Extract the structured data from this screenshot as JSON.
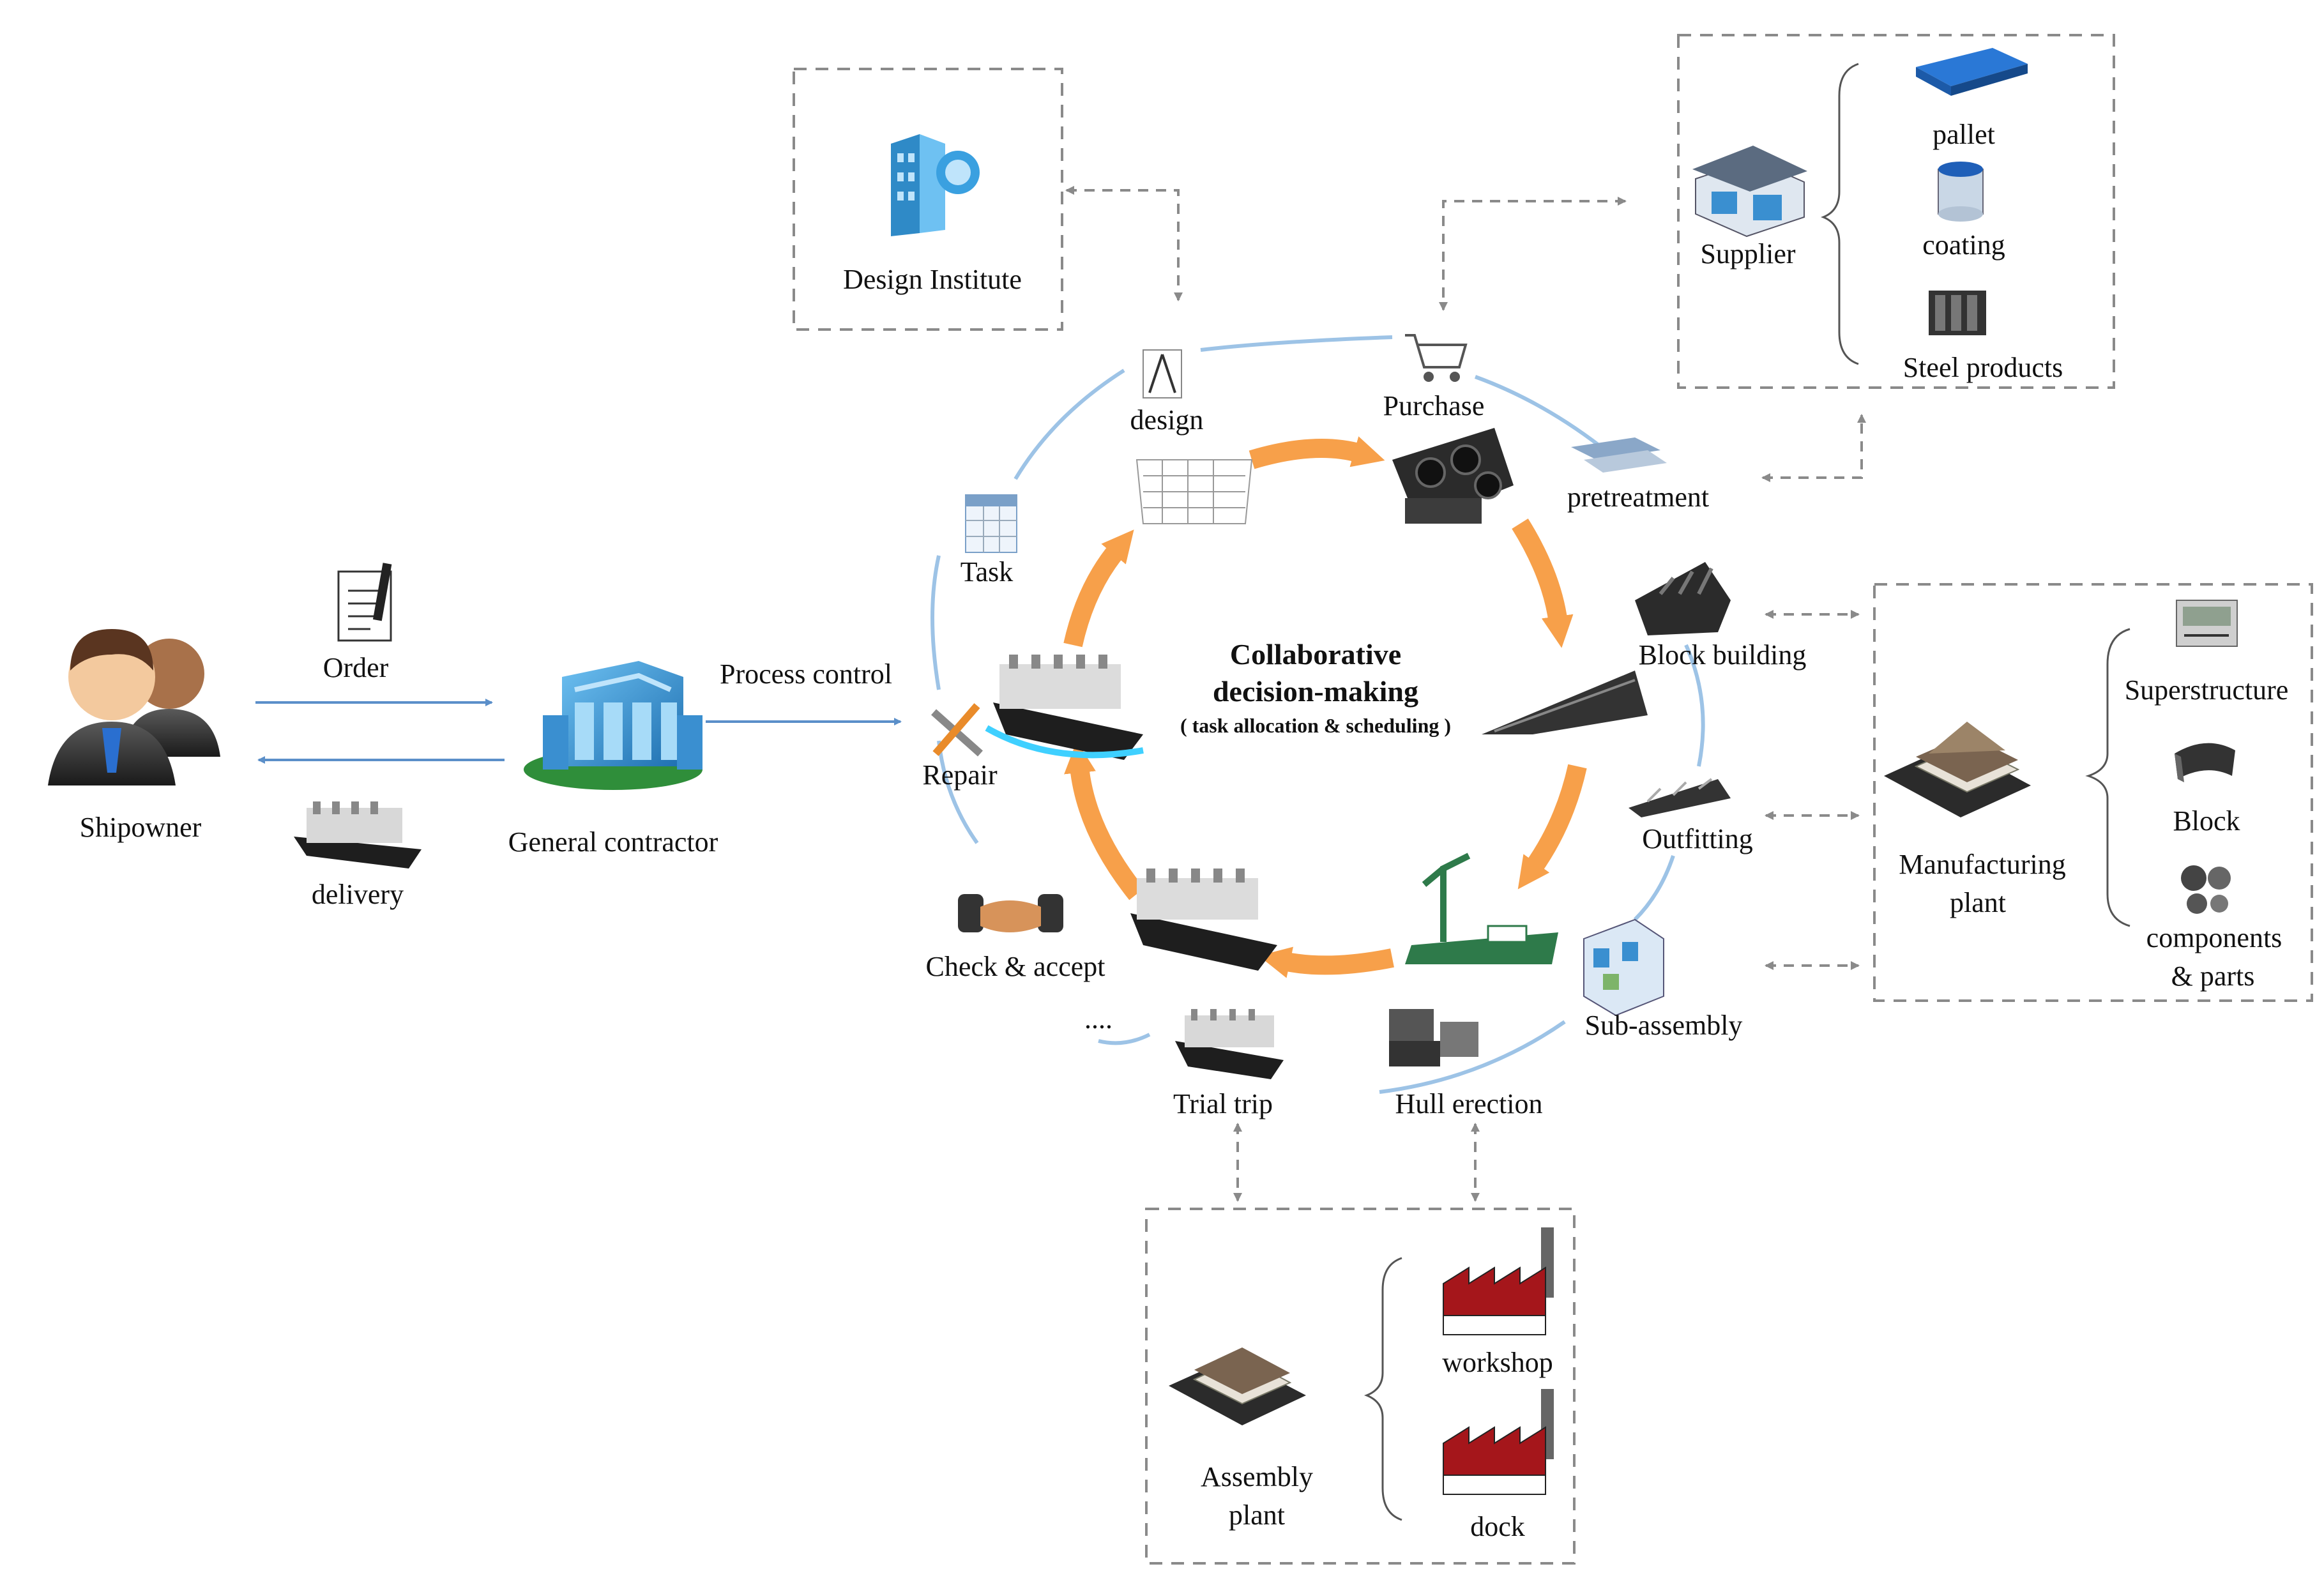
{
  "colors": {
    "cycle_ring": "#9dc3e6",
    "cycle_arrows": "#f7a04a",
    "flow_arrow": "#5b8fc9",
    "dashed": "#8a8a8a",
    "factory_red": "#a5161b",
    "building_blue": "#3a8fd0",
    "ship_hull": "#222222"
  },
  "left": {
    "shipowner": "Shipowner",
    "order": "Order",
    "delivery": "delivery",
    "general_contractor": "General contractor",
    "process_control": "Process control"
  },
  "center": {
    "title_line1": "Collaborative",
    "title_line2": "decision-making",
    "subtitle": "( task allocation & scheduling  )"
  },
  "cycle": {
    "design": "design",
    "purchase": "Purchase",
    "pretreatment": "pretreatment",
    "block_building": "Block building",
    "outfitting": "Outfitting",
    "sub_assembly": "Sub-assembly",
    "hull_erection": "Hull erection",
    "trial_trip": "Trial trip",
    "ellipsis": "....",
    "check_accept": "Check & accept",
    "repair": "Repair",
    "task": "Task"
  },
  "design_institute": {
    "label": "Design Institute"
  },
  "supplier": {
    "label": "Supplier",
    "items": [
      "pallet",
      "coating",
      "Steel products"
    ]
  },
  "manufacturing": {
    "label_line1": "Manufacturing",
    "label_line2": "plant",
    "items": [
      "Superstructure",
      "Block",
      "components",
      "& parts"
    ]
  },
  "assembly": {
    "label_line1": "Assembly",
    "label_line2": "plant",
    "items": [
      "workshop",
      "dock"
    ]
  }
}
